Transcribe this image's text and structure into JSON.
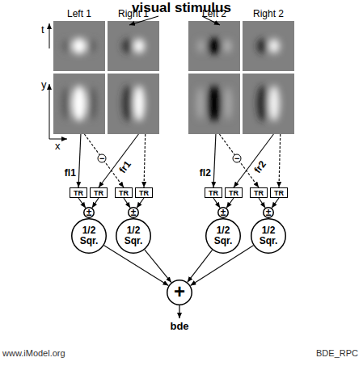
{
  "diagram": {
    "title": "visual stimulus",
    "nodes": [
      {
        "text": [
          "Left 1"
        ]
      },
      {
        "text": [
          "Right 1"
        ]
      },
      {
        "text": [
          "Left 2"
        ]
      },
      {
        "text": [
          "Right 2"
        ]
      },
      {
        "text": [
          "TR"
        ]
      },
      {
        "text": [
          "TR"
        ]
      },
      {
        "text": [
          "TR"
        ]
      },
      {
        "text": [
          "TR"
        ]
      },
      {
        "text": [
          "TR"
        ]
      },
      {
        "text": [
          "TR"
        ]
      },
      {
        "text": [
          "TR"
        ]
      },
      {
        "text": [
          "TR"
        ]
      },
      {
        "text": [
          "±"
        ]
      },
      {
        "text": [
          "±"
        ]
      },
      {
        "text": [
          "±"
        ]
      },
      {
        "text": [
          "±"
        ]
      },
      {
        "text": [
          "1/2 Sqr."
        ]
      },
      {
        "text": [
          "1/2 Sqr."
        ]
      },
      {
        "text": [
          "1/2 Sqr."
        ]
      },
      {
        "text": [
          "1/2 Sqr."
        ]
      },
      {
        "text": [
          "+"
        ]
      }
    ],
    "edges": [
      {
        "from": 0,
        "to": 4,
        "label": "fl1",
        "arrow": "to"
      },
      {
        "from": 1,
        "to": 5,
        "label": "fr1",
        "arrow": "to"
      },
      {
        "from": 0,
        "to": 6,
        "label": "−",
        "arrow": "to"
      },
      {
        "from": 1,
        "to": 7,
        "arrow": "to"
      },
      {
        "from": 2,
        "to": 8,
        "label": "fl2",
        "arrow": "to"
      },
      {
        "from": 3,
        "to": 9,
        "label": "fr2",
        "arrow": "to"
      },
      {
        "from": 2,
        "to": 10,
        "label": "−",
        "arrow": "to"
      },
      {
        "from": 3,
        "to": 11,
        "arrow": "to"
      },
      {
        "from": 4,
        "to": 12,
        "arrow": "to"
      },
      {
        "from": 5,
        "to": 12,
        "arrow": "to"
      },
      {
        "from": 6,
        "to": 13,
        "arrow": "to"
      },
      {
        "from": 7,
        "to": 13,
        "arrow": "to"
      },
      {
        "from": 8,
        "to": 14,
        "arrow": "to"
      },
      {
        "from": 9,
        "to": 14,
        "arrow": "to"
      },
      {
        "from": 10,
        "to": 15,
        "arrow": "to"
      },
      {
        "from": 11,
        "to": 15,
        "arrow": "to"
      },
      {
        "from": 16,
        "to": 20,
        "arrow": "to"
      },
      {
        "from": 17,
        "to": 20,
        "arrow": "to"
      },
      {
        "from": 18,
        "to": 20,
        "arrow": "to"
      },
      {
        "from": 19,
        "to": 20,
        "arrow": "to"
      }
    ],
    "labels": [
      "t",
      "y",
      "x",
      "bde",
      "www.iModel.org",
      "BDE_RPC"
    ]
  }
}
